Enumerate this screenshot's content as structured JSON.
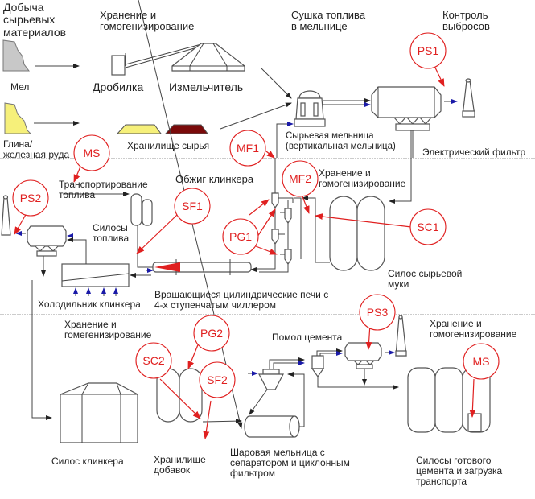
{
  "title": "Схема производства цемента",
  "sections": {
    "mining": "Добыча\nсырьевых\nматериалов",
    "storage_homog_1": "Хранение и\nгомогенизирование",
    "fuel_drying": "Сушка топлива\nв мельнице",
    "emission_control": "Контроль\nвыбросов",
    "clinker_burning": "Обжиг клинкера",
    "storage_homog_2": "Хранение  и\nгомогенизирование",
    "storage_homog_3": "Хранение  и\nгомегенизирование",
    "cement_grinding": "Помол цемента",
    "storage_homog_4": "Хранение    и\nгомогенизирование"
  },
  "equipment": {
    "chalk": "Мел",
    "clay_iron_ore": "Глина/\nжелезная руда",
    "crusher": "Дробилка",
    "grinder": "Измельчитель",
    "raw_storage": "Хранилище сырья",
    "raw_mill": "Сырьевая  мельница\n(вертикальная мельница)",
    "electrostatic_filter": "Электрический фильтр",
    "fuel_transport": "Транспортирование\nтоплива",
    "fuel_silos": "Силосы\nтоплива",
    "clinker_cooler": "Холодильник клинкера",
    "rotary_kiln": "Вращающиеся цилиндрические печи  с\n4-х ступенчатым чиллером",
    "raw_meal_silo": "Силос сырьевой\nмуки",
    "clinker_silo": "Силос клинкера",
    "additive_storage": "Хранилище\nдобавок",
    "ball_mill": "Шаровая мельница  с\nсепаратором  и циклонным\nфильтром",
    "cement_silos": "Силосы готового\nцемента  и загрузка\nтранспорта"
  },
  "markers": [
    {
      "id": "PS1",
      "label": "PS1"
    },
    {
      "id": "MS-top",
      "label": "MS"
    },
    {
      "id": "MF1",
      "label": "MF1"
    },
    {
      "id": "MF2",
      "label": "MF2"
    },
    {
      "id": "PS2",
      "label": "PS2"
    },
    {
      "id": "SF1",
      "label": "SF1"
    },
    {
      "id": "PG1",
      "label": "PG1"
    },
    {
      "id": "SC1",
      "label": "SC1"
    },
    {
      "id": "PG2",
      "label": "PG2"
    },
    {
      "id": "SC2",
      "label": "SC2"
    },
    {
      "id": "SF2",
      "label": "SF2"
    },
    {
      "id": "PS3",
      "label": "PS3"
    },
    {
      "id": "MS-bottom",
      "label": "MS"
    }
  ],
  "colors": {
    "marker": "#e02020",
    "flow_blue": "#1a1aa8",
    "chalk": "#c8c8c8",
    "clay": "#f6f07a",
    "raw_storage_yellow": "#f6f07a",
    "raw_storage_red": "#7a0a0a"
  }
}
